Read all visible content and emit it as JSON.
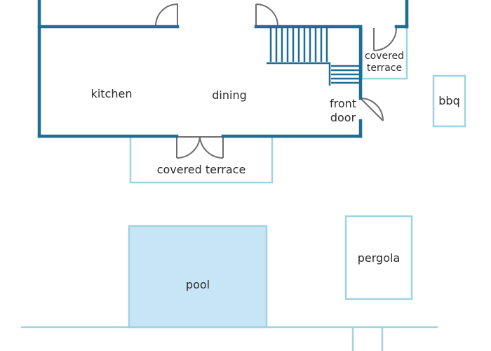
{
  "colors": {
    "wall": "#1f6d92",
    "outline": "#9fd2e2",
    "pool_fill": "#c8e5f6",
    "door": "#6e6e6e",
    "background": "#ffffff"
  },
  "rooms": {
    "kitchen": "kitchen",
    "dining": "dining",
    "covered_terrace_entry": "covered terrace",
    "front_door": "front door",
    "covered_terrace_rear": "covered terrace",
    "bbq": "bbq",
    "pool": "pool",
    "pergola": "pergola"
  }
}
